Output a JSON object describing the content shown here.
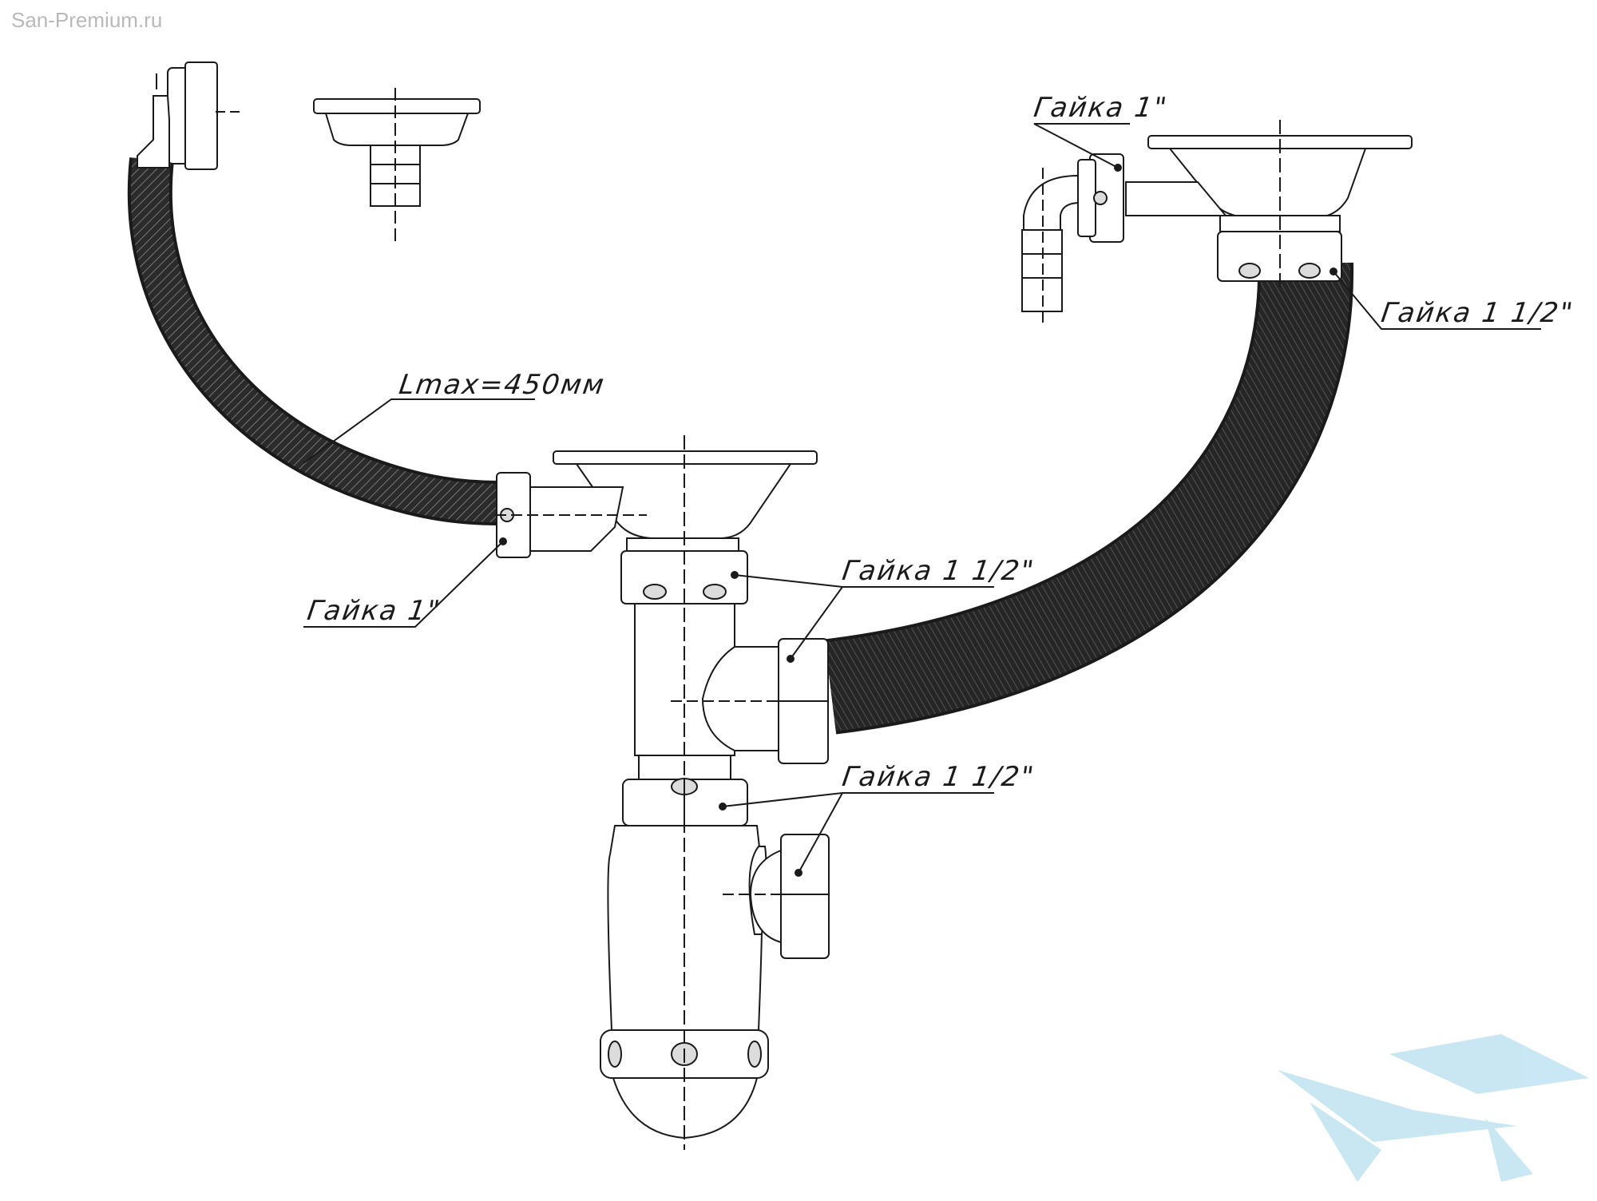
{
  "watermark": {
    "text": "San-Premium.ru"
  },
  "labels": {
    "length": "Lmax=450мм",
    "nut_left_small": "Гайка 1\"",
    "nut_right_small": "Гайка 1\"",
    "nut_right_large": "Гайка 1 1/2\"",
    "nut_center_upper": "Гайка 1 1/2\"",
    "nut_center_lower": "Гайка 1 1/2\""
  },
  "colors": {
    "line": "#1a1a1a",
    "hose": "#2b2b2b",
    "part_fill": "#ffffff",
    "logo": "#bfe3f2",
    "watermark": "#b9b9b9"
  }
}
